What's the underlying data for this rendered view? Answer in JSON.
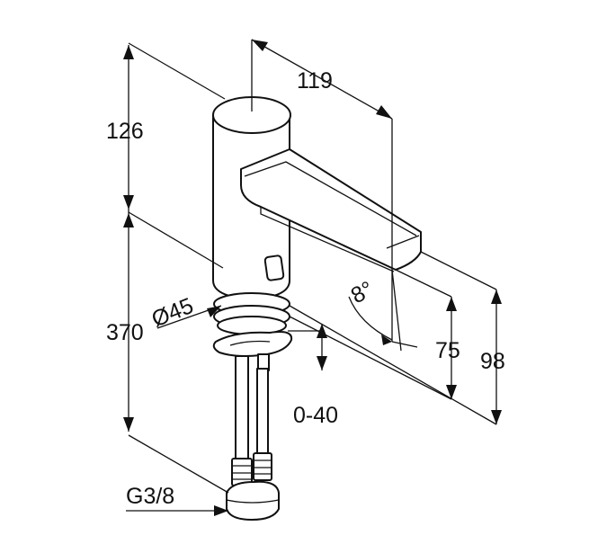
{
  "figure": {
    "labels": {
      "height_top": "126",
      "reach": "119",
      "height_total": "370",
      "diameter": "Ø45",
      "angle": "8°",
      "spout_height": "75",
      "spout_top": "98",
      "deck_thickness": "0-40",
      "connection": "G3/8"
    }
  }
}
